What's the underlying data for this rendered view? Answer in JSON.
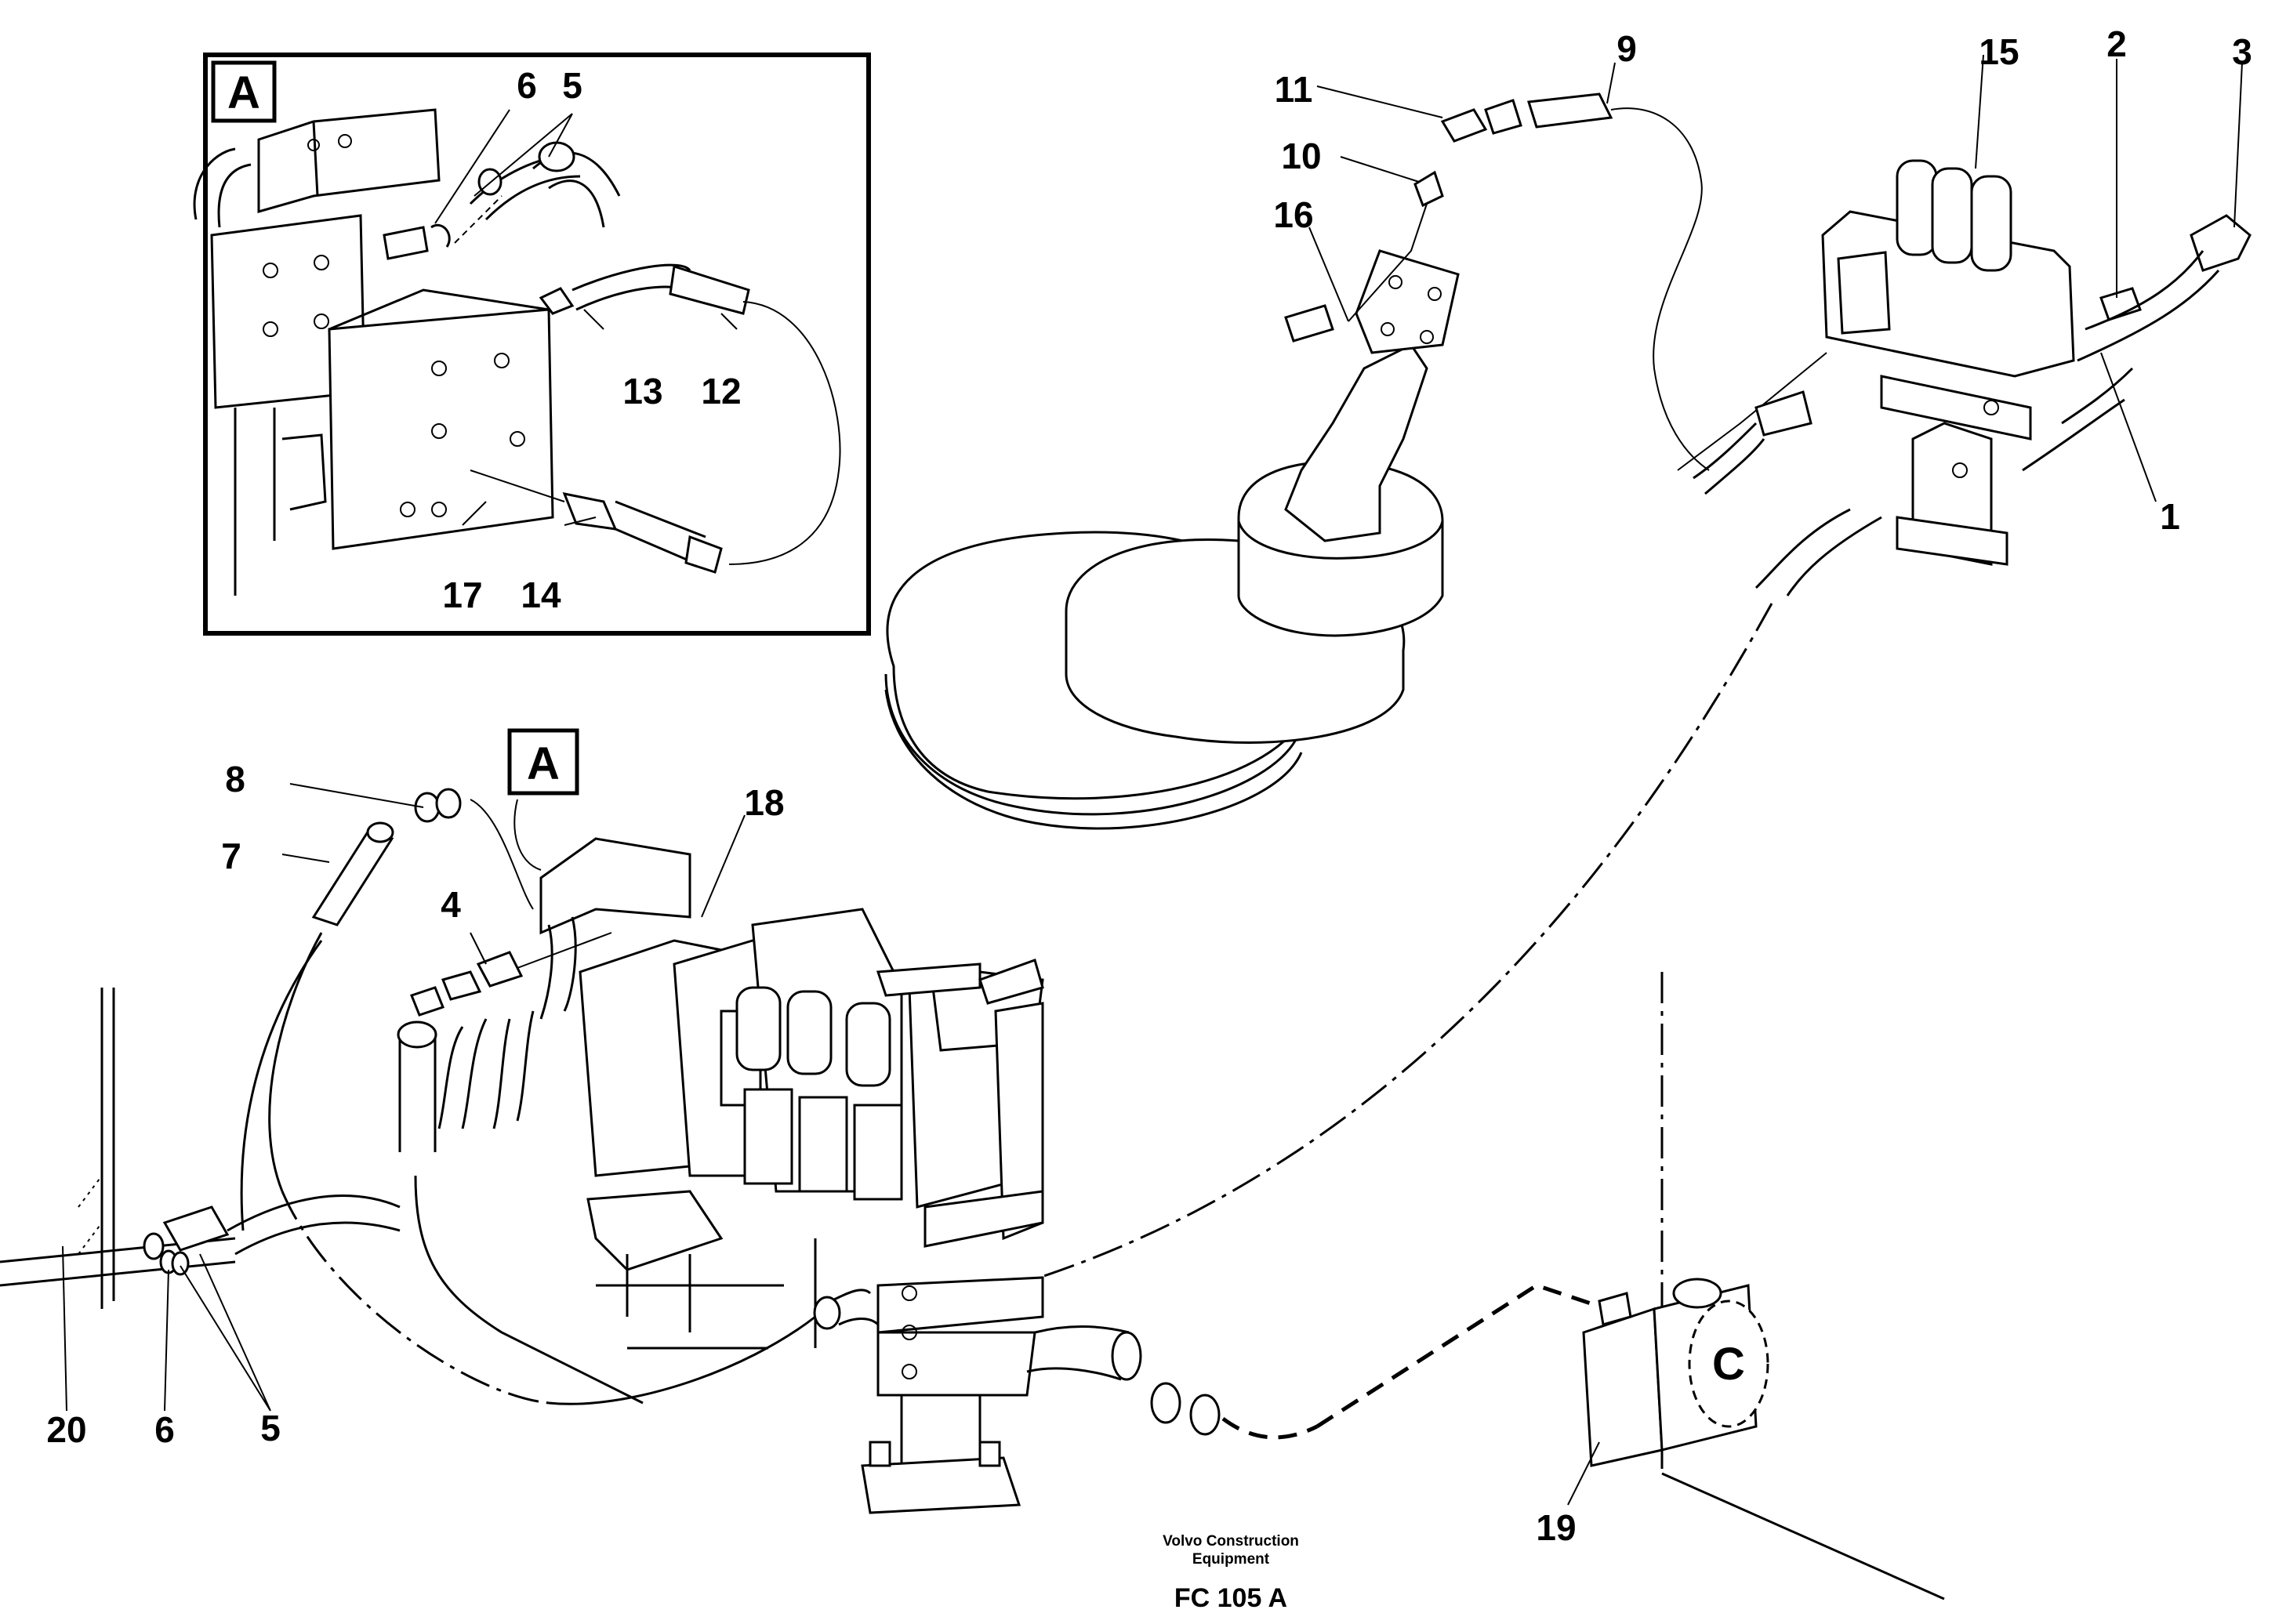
{
  "callouts": {
    "c1": "1",
    "c2": "2",
    "c3": "3",
    "c4": "4",
    "c5_inset": "5",
    "c5_bottom": "5",
    "c6_inset": "6",
    "c6_bottom": "6",
    "c7": "7",
    "c8": "8",
    "c9": "9",
    "c10": "10",
    "c11": "11",
    "c12": "12",
    "c13": "13",
    "c14": "14",
    "c15": "15",
    "c16": "16",
    "c17": "17",
    "c18": "18",
    "c19": "19",
    "c20": "20"
  },
  "detail_marker": {
    "inset_letter": "A",
    "main_letter": "A"
  },
  "caption": {
    "line1": "Volvo Construction",
    "line2": "Equipment",
    "code": "FC 105 A"
  },
  "colors": {
    "ink": "#000000",
    "paper": "#ffffff"
  }
}
